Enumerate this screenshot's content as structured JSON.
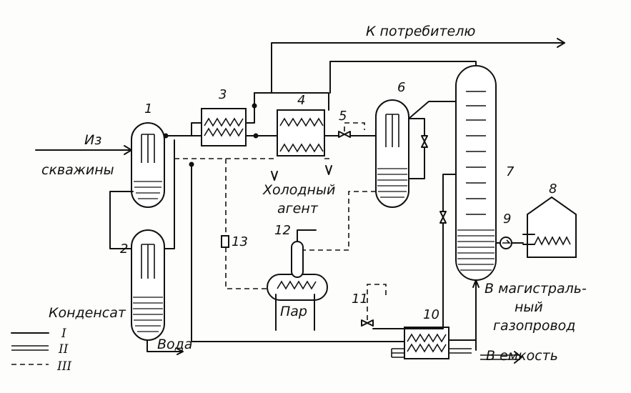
{
  "labels": {
    "from_well_1": "Из",
    "from_well_2": "скважины",
    "to_consumer": "К потребителю",
    "cold_agent_1": "Холодный",
    "cold_agent_2": "агент",
    "condensate": "Конденсат",
    "water": "Вода",
    "steam": "Пар",
    "pipeline_1": "В магистраль-",
    "pipeline_2": "ный",
    "pipeline_3": "газопровод",
    "to_tank": "В емкость"
  },
  "numbers": [
    "1",
    "2",
    "3",
    "4",
    "5",
    "6",
    "7",
    "8",
    "9",
    "10",
    "11",
    "12",
    "13"
  ],
  "legend": [
    "I",
    "II",
    "III"
  ]
}
